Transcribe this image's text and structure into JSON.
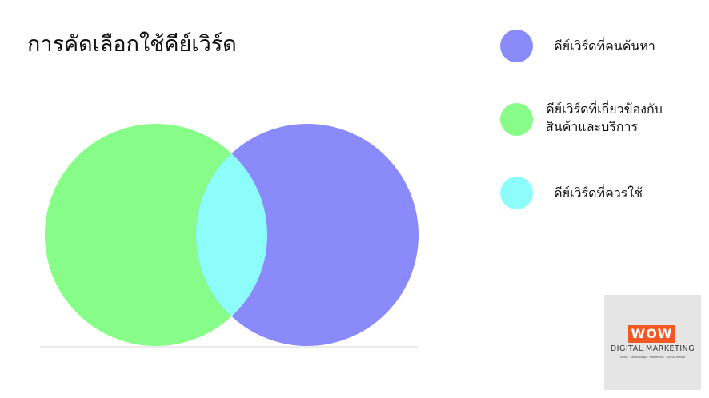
{
  "title": "การคัดเลือกใช้คีย์เวิร์ด",
  "colors": {
    "green": "#88fc88",
    "purple": "#8a8afb",
    "cyan": "#8dfdfb",
    "logo_orange": "#f05a22"
  },
  "legend": [
    {
      "lines": [
        "คีย์เวิร์ดที่คนค้นหา"
      ],
      "color": "#8a8afb"
    },
    {
      "lines": [
        "คีย์เวิร์ดที่เกี่ยวข้องกับ",
        "สินค้าและบริการ"
      ],
      "color": "#88fc88"
    },
    {
      "lines": [
        "คีย์เวิร์ดที่ควรใช้"
      ],
      "color": "#8dfdfb"
    }
  ],
  "logo": {
    "wow": "WOW",
    "name": "DIGITAL MARKETING",
    "tagline": "News · Technology · Marketing · Social media"
  }
}
